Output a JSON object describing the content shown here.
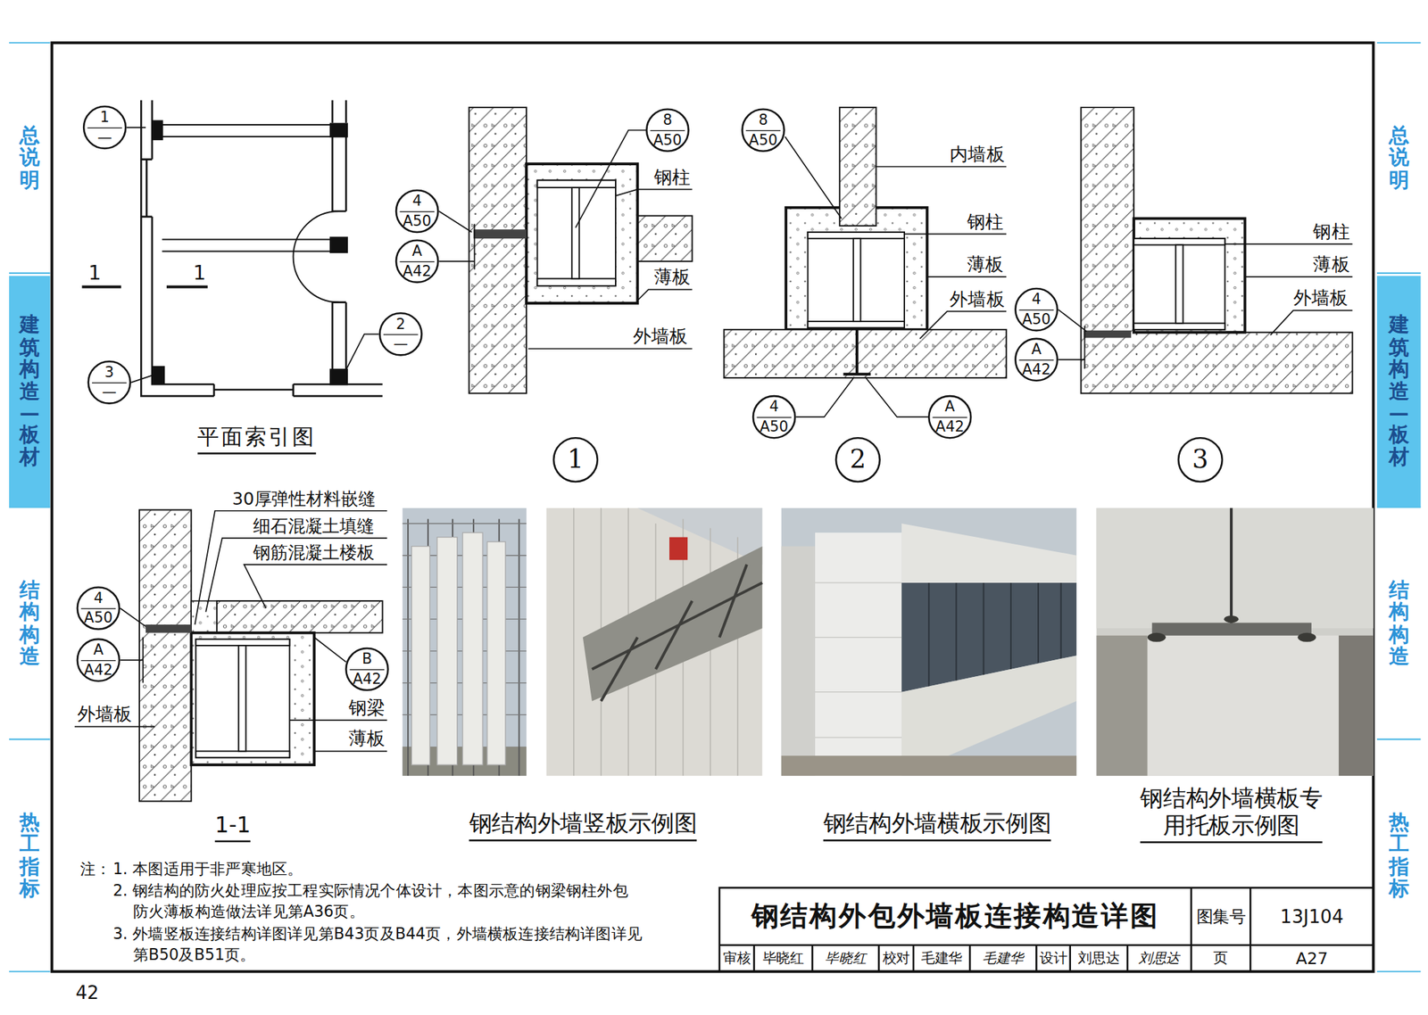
{
  "diagram": {
    "title": "钢结构外包外墙板连接构造详图",
    "nodes": [
      {
        "text": [
          "总说明"
        ]
      },
      {
        "text": [
          "建筑构造—板材"
        ]
      },
      {
        "text": [
          "结构构造"
        ]
      },
      {
        "text": [
          "热工指标"
        ]
      },
      {
        "text": [
          "总说明"
        ]
      },
      {
        "text": [
          "建筑构造—板材"
        ]
      },
      {
        "text": [
          "结构构造"
        ]
      },
      {
        "text": [
          "热工指标"
        ]
      },
      {
        "text": [
          "1",
          "—"
        ]
      },
      {
        "text": [
          "2",
          "—"
        ]
      },
      {
        "text": [
          "3",
          "—"
        ]
      },
      {
        "text": [
          "8",
          "A50"
        ]
      },
      {
        "text": [
          "4",
          "A50"
        ]
      },
      {
        "text": [
          "A",
          "A42"
        ]
      },
      {
        "text": [
          "8",
          "A50"
        ]
      },
      {
        "text": [
          "4",
          "A50"
        ]
      },
      {
        "text": [
          "A",
          "A42"
        ]
      },
      {
        "text": [
          "4",
          "A50"
        ]
      },
      {
        "text": [
          "A",
          "A42"
        ]
      },
      {
        "text": [
          "1"
        ]
      },
      {
        "text": [
          "2"
        ]
      },
      {
        "text": [
          "3"
        ]
      },
      {
        "text": [
          "4",
          "A50"
        ]
      },
      {
        "text": [
          "A",
          "A42"
        ]
      },
      {
        "text": [
          "B",
          "A42"
        ]
      }
    ],
    "labels": [
      "1",
      "1",
      "平面索引图",
      "钢柱",
      "薄板",
      "外墙板",
      "内墙板",
      "钢柱",
      "薄板",
      "外墙板",
      "钢柱",
      "薄板",
      "外墙板",
      "30厚弹性材料嵌缝",
      "细石混凝土填缝",
      "钢筋混凝土楼板",
      "外墙板",
      "钢梁",
      "薄板",
      "1-1",
      "钢结构外墙竖板示例图",
      "钢结构外墙横板示例图",
      "钢结构外墙横板专用托板示例图",
      "注：",
      "1. 本图适用于非严寒地区。",
      "2. 钢结构的防火处理应按工程实际情况个体设计，本图示意的钢梁钢柱外包防火薄板构造做法详见第A36页。",
      "3. 外墙竖板连接结构详图详见第B43页及B44页，外墙横板连接结构详图详见第B50及B51页。",
      "图集号",
      "13J104",
      "审核",
      "毕晓红",
      "毕晓红",
      "校对",
      "毛建华",
      "毛建华",
      "设计",
      "刘思达",
      "刘思达",
      "页",
      "A27",
      "42"
    ]
  }
}
